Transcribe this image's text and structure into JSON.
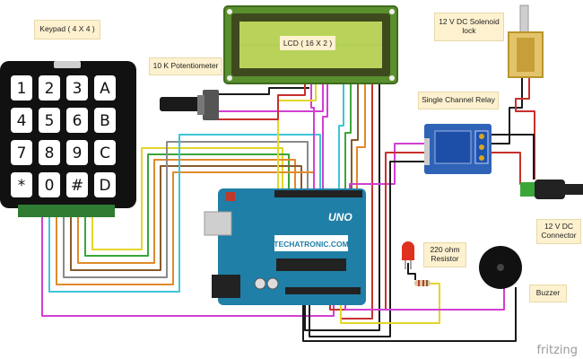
{
  "labels": {
    "keypad": "Keypad ( 4 X 4 )",
    "lcd": "LCD ( 16 X 2 )",
    "potentiometer": "10 K Potentiometer",
    "solenoid": "12 V DC Solenoid\nlock",
    "relay": "Single Channel Relay",
    "connector": "12 V DC\nConnector",
    "resistor": "220 ohm\nResistor",
    "buzzer": "Buzzer",
    "arduino_text": "TECHATRONIC.COM",
    "arduino_model": "UNO"
  },
  "keypad_keys": [
    "1",
    "2",
    "3",
    "A",
    "4",
    "5",
    "6",
    "B",
    "7",
    "8",
    "9",
    "C",
    "*",
    "0",
    "#",
    "D"
  ],
  "watermark": "fritzing",
  "colors": {
    "note_bg": "#fdf1cf",
    "arduino_board": "#1f7fa6",
    "lcd_screen": "#b9d35a",
    "lcd_frame": "#3e4a1e",
    "relay_board": "#2f63b8",
    "wire_red": "#c9302c",
    "wire_black": "#1a1a1a",
    "wire_magenta": "#d23fd2",
    "wire_cyan": "#3ec6d8",
    "wire_green": "#3aa63a",
    "wire_brown": "#8a5a2b",
    "wire_orange": "#e08a2a",
    "wire_yellow": "#e3d62a",
    "wire_gray": "#8a8a8a"
  }
}
